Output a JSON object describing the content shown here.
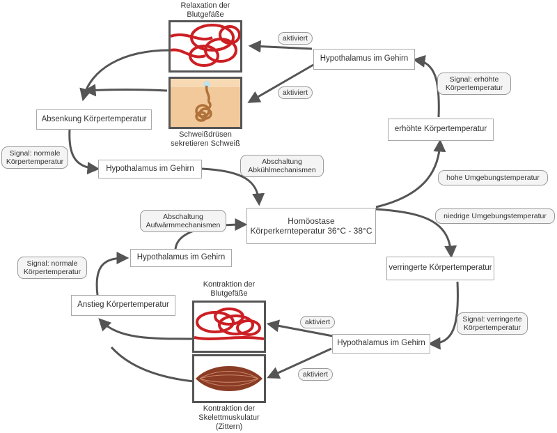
{
  "colors": {
    "arrow": "#555555",
    "vessel": "#cc1f24",
    "muscle": "#8b3c25",
    "skin": "#f2c99a",
    "gland": "#b0713a"
  },
  "nodes": {
    "homeostasis": "Homöostase\nKörperkernteperatur 36°C - 38°C",
    "increased_temp": "erhöhte Körpertemperatur",
    "hypothalamus_top": "Hypothalamus im Gehirn",
    "lowering_temp": "Absenkung Körpertemperatur",
    "hypothalamus_left_top": "Hypothalamus im Gehirn",
    "decreased_temp": "verringerte Körpertemperatur",
    "hypothalamus_bottom": "Hypothalamus im Gehirn",
    "rise_temp": "Anstieg Körpertemperatur",
    "hypothalamus_left_bottom": "Hypothalamus im Gehirn"
  },
  "pills": {
    "activated_1": "aktiviert",
    "activated_2": "aktiviert",
    "activated_3": "aktiviert",
    "activated_4": "aktiviert",
    "signal_increased": "Signal: erhöhte\nKörpertemperatur",
    "signal_normal_top": "Signal: normale\nKörpertemperatur",
    "signal_normal_bottom": "Signal: normale\nKörpertemperatur",
    "signal_decreased": "Signal: verringerte\nKörpertemperatur",
    "shutdown_cooling": "Abschaltung\nAbkühlmechanismen",
    "shutdown_warming": "Abschaltung\nAufwärmmechanismen",
    "high_ambient": "hohe Umgebungstemperatur",
    "low_ambient": "niedrige Umgebungstemperatur"
  },
  "captions": {
    "vasodilation": "Relaxation der\nBlutgefäße",
    "sweat": "Schweißdrüsen\nsekretieren Schweiß",
    "vasoconstriction": "Kontraktion der\nBlutgefäße",
    "shivering": "Kontraktion der\nSkelettmuskulatur\n(Zittern)"
  }
}
